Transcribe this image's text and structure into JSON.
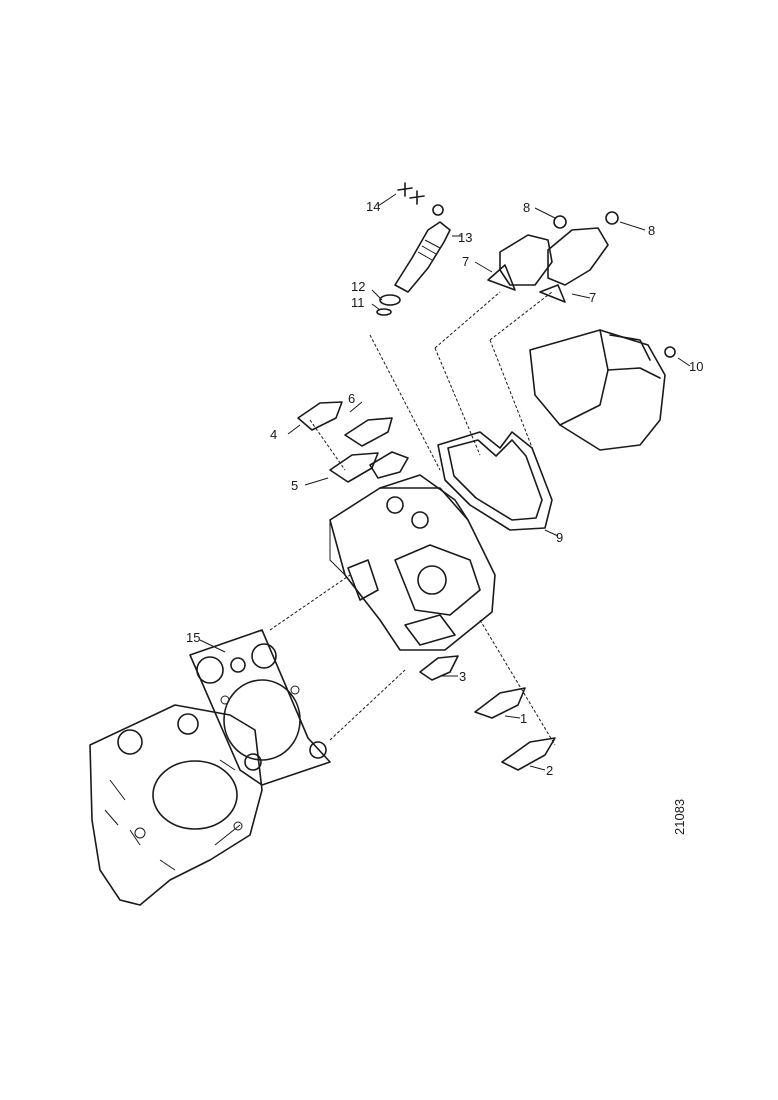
{
  "callouts": [
    "1",
    "2",
    "3",
    "4",
    "5",
    "6",
    "7",
    "7",
    "8",
    "8",
    "9",
    "10",
    "11",
    "12",
    "13",
    "14",
    "15"
  ],
  "drawing_number": "21083"
}
